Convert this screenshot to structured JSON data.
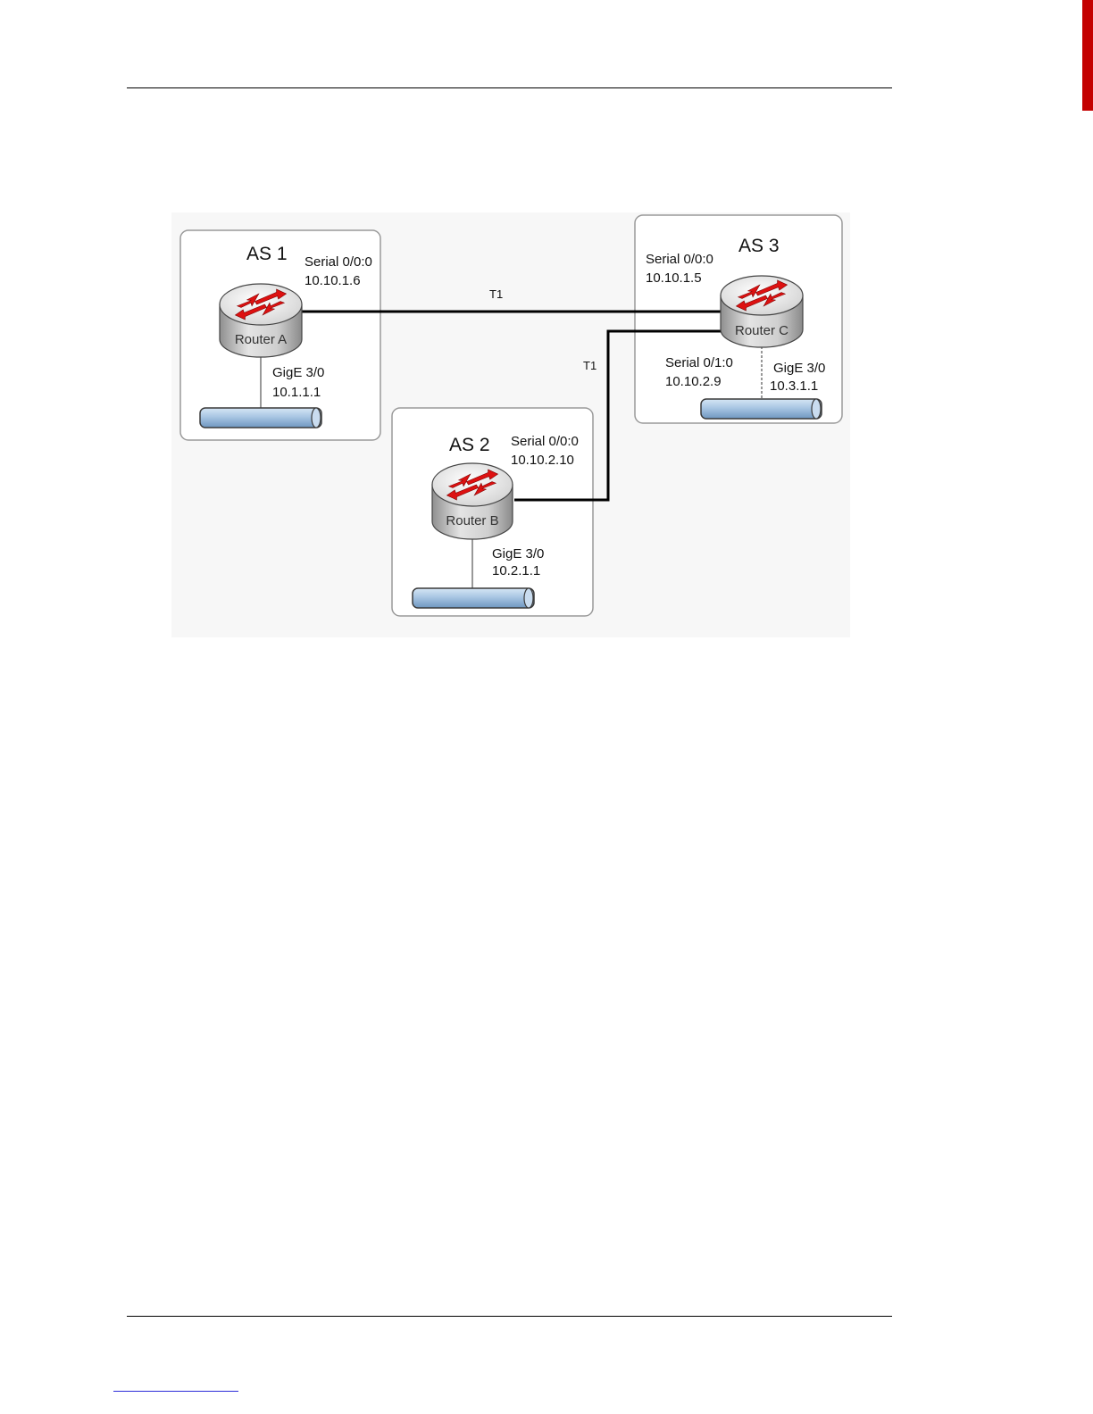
{
  "colors": {
    "background": "#ffffff",
    "diagram_background": "#f7f7f7",
    "as_box_border": "#9a9a9a",
    "link": "#000000",
    "router_arrow": "#dd1111",
    "network_bar": "#9fbfdf",
    "side_bar": "#c40000",
    "footer_link": "#2b2bd9"
  },
  "diagram": {
    "as1": {
      "title": "AS 1",
      "router": {
        "name": "Router A",
        "icon": "router-icon"
      },
      "serial": {
        "iface": "Serial 0/0:0",
        "ip": "10.10.1.6"
      },
      "gige": {
        "iface": "GigE 3/0",
        "ip": "10.1.1.1"
      },
      "network_icon": "ethernet-segment-icon"
    },
    "as2": {
      "title": "AS 2",
      "router": {
        "name": "Router B",
        "icon": "router-icon"
      },
      "serial": {
        "iface": "Serial 0/0:0",
        "ip": "10.10.2.10"
      },
      "gige": {
        "iface": "GigE 3/0",
        "ip": "10.2.1.1"
      },
      "network_icon": "ethernet-segment-icon"
    },
    "as3": {
      "title": "AS 3",
      "router": {
        "name": "Router C",
        "icon": "router-icon"
      },
      "serial1": {
        "iface": "Serial 0/0:0",
        "ip": "10.10.1.5"
      },
      "serial2": {
        "iface": "Serial 0/1:0",
        "ip": "10.10.2.9"
      },
      "gige": {
        "iface": "GigE 3/0",
        "ip": "10.3.1.1"
      },
      "network_icon": "ethernet-segment-icon"
    },
    "links": [
      {
        "label": "T1",
        "from": "Router A",
        "to": "Router C"
      },
      {
        "label": "T1",
        "from": "Router B",
        "to": "Router C"
      }
    ]
  }
}
